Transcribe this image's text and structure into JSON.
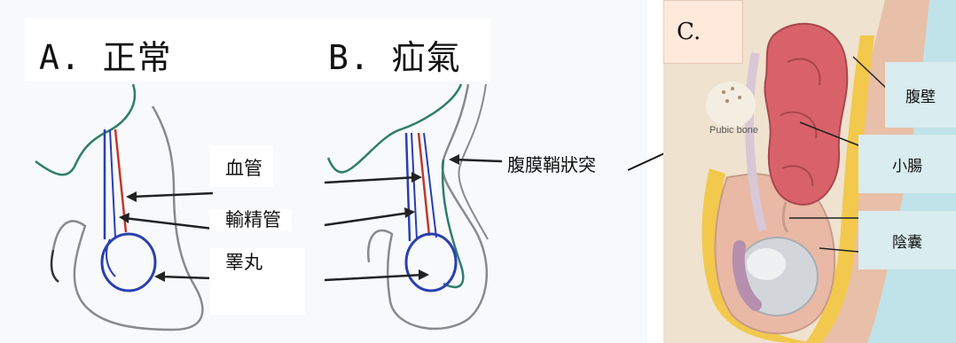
{
  "panel_a": {
    "title": "A. 正常"
  },
  "panel_b": {
    "title": "B. 疝氣"
  },
  "panel_c": {
    "title": "C."
  },
  "labels": {
    "blood_vessel": "血管",
    "vas_deferens": "輸精管",
    "testis": "睪丸",
    "processus_vaginalis": "腹膜鞘狀突",
    "pubic_bone": "Pubic bone",
    "abdominal_wall": "腹壁",
    "small_intestine": "小腸",
    "scrotum": "陰囊"
  },
  "colors": {
    "peritoneum": "#2e7d6b",
    "skin": "#8a8a8a",
    "vessel": "#c0392b",
    "vas": "#2a3fb0",
    "background_c": "#bfe3e8",
    "intestine": "#d9626a",
    "fat": "#f2c94c"
  }
}
